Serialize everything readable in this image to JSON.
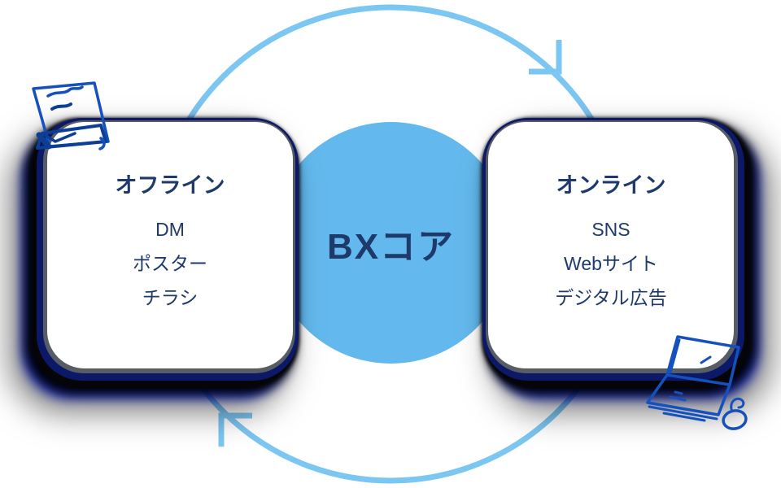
{
  "diagram": {
    "core": {
      "label": "BXコア"
    },
    "offline": {
      "title": "オフライン",
      "items": [
        "DM",
        "ポスター",
        "チラシ"
      ]
    },
    "online": {
      "title": "オンライン",
      "items": [
        "SNS",
        "Webサイト",
        "デジタル広告"
      ]
    },
    "icons": {
      "top_left": "letter-sketch-icon",
      "bottom_right": "laptop-mouse-sketch-icon",
      "cycle": "clockwise-cycle-arrows"
    },
    "colors": {
      "ring": "#7cc6f2",
      "core_circle": "#63b9ed",
      "text": "#1e3a6b",
      "sketch": "#1551bd",
      "sketch_dark": "#0d3e96",
      "shadow_navy": "#0c1968",
      "card_bg": "#ffffff"
    }
  }
}
